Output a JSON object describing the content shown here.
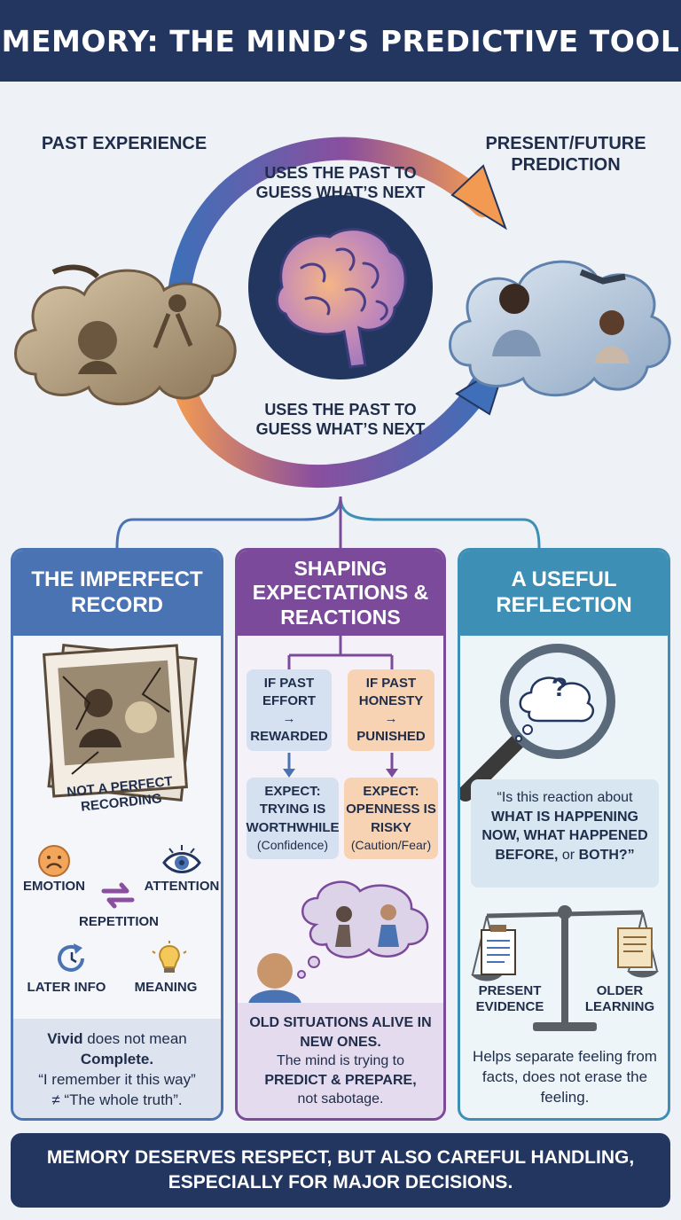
{
  "title": "MEMORY: THE MIND’S PREDICTIVE TOOL",
  "cycle": {
    "left_label": "PAST EXPERIENCE",
    "right_label": "PRESENT/FUTURE PREDICTION",
    "top_arrow_text": "USES THE PAST TO GUESS WHAT’S NEXT",
    "bottom_arrow_text": "USES THE PAST TO GUESS WHAT’S NEXT"
  },
  "panels": {
    "imperfect": {
      "title": "THE IMPERFECT RECORD",
      "photo_caption": "NOT A PERFECT RECORDING",
      "factors": [
        "EMOTION",
        "ATTENTION",
        "REPETITION",
        "LATER INFO",
        "MEANING"
      ],
      "vivid": "Vivid",
      "does_not_mean": " does not mean ",
      "complete": "Complete.",
      "quote": "“I remember it this way”",
      "neq": "≠ “The whole truth”."
    },
    "shaping": {
      "title": "SHAPING EXPECTATIONS & REACTIONS",
      "if_left_1": "IF PAST EFFORT",
      "if_left_arrow": "→",
      "if_left_2": "REWARDED",
      "if_right_1": "IF PAST HONESTY",
      "if_right_arrow": "→",
      "if_right_2": "PUNISHED",
      "expect_left": "EXPECT: TRYING IS WORTHWHILE",
      "expect_left_sub": "(Confidence)",
      "expect_right": "EXPECT: OPENNESS IS RISKY",
      "expect_right_sub": "(Caution/Fear)",
      "bottom_bold": "OLD SITUATIONS ALIVE IN NEW ONES.",
      "bottom_1": "The mind is trying to",
      "bottom_bold2": "PREDICT & PREPARE,",
      "bottom_2": "not sabotage."
    },
    "reflection": {
      "title": "A USEFUL REFLECTION",
      "question_mark": "?",
      "q_open": "“Is this reaction about",
      "q_bold": "WHAT IS HAPPENING NOW, WHAT HAPPENED BEFORE,",
      "q_or": " or ",
      "q_both": "BOTH?”",
      "scale_left": "PRESENT EVIDENCE",
      "scale_right": "OLDER LEARNING",
      "closing": "Helps separate feeling from facts, does not erase the feeling."
    }
  },
  "footer": "MEMORY DESERVES RESPECT, BUT ALSO CAREFUL HANDLING, ESPECIALLY FOR MAJOR DECISIONS.",
  "colors": {
    "navy": "#22365f",
    "blue": "#4a73b3",
    "purple": "#7b4a9b",
    "teal": "#3e8fb5",
    "orange": "#f0a05a"
  }
}
